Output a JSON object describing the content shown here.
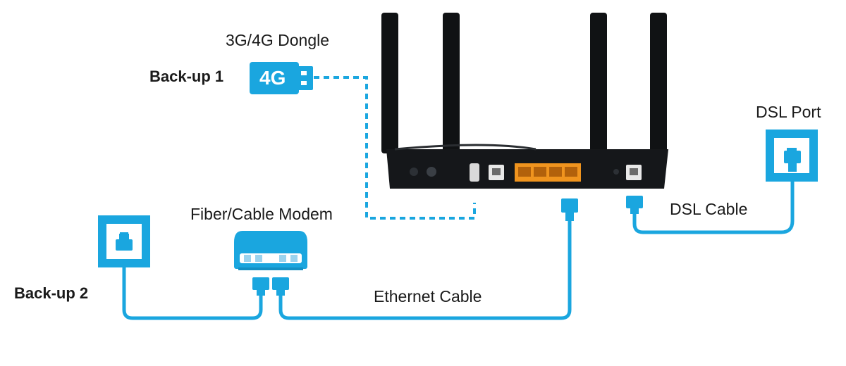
{
  "labels": {
    "dongle": "3G/4G Dongle",
    "backup1": "Back-up 1",
    "dongle_badge": "4G",
    "dsl_port": "DSL Port",
    "dsl_cable": "DSL Cable",
    "modem": "Fiber/Cable Modem",
    "ethernet_cable": "Ethernet Cable",
    "backup2": "Back-up 2"
  },
  "colors": {
    "accent": "#1aa6df",
    "router_body": "#15171a",
    "antenna": "#101214",
    "lan_ports": "#f0941e",
    "text": "#1a1a1a"
  },
  "icons": [
    "usb-dongle-icon",
    "wall-jack-icon",
    "modem-icon",
    "router-icon",
    "ethernet-plug-icon"
  ]
}
